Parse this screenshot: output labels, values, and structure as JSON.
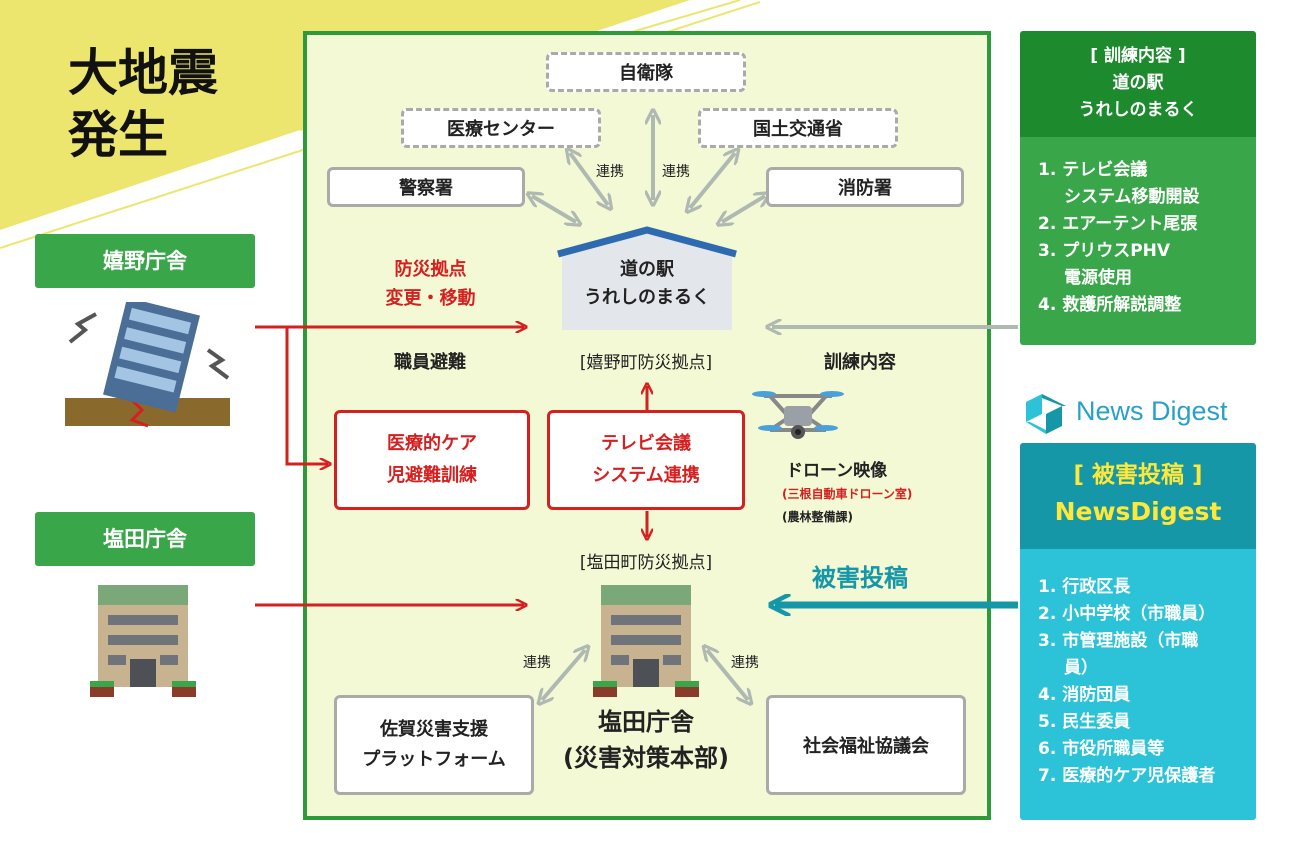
{
  "headline": {
    "line1": "大地震",
    "line2": "発生"
  },
  "left_sites": {
    "ureshino": "嬉野庁舎",
    "shiota": "塩田庁舎"
  },
  "agencies": {
    "sdf": "自衛隊",
    "medical_center": "医療センター",
    "mlit": "国土交通省",
    "police": "警察署",
    "fire": "消防署"
  },
  "link_label": "連携",
  "hub": {
    "line1": "道の駅",
    "line2": "うれしのまるく",
    "caption": "[嬉野町防災拠点]"
  },
  "base_change": {
    "line1": "防災拠点",
    "line2": "変更・移動"
  },
  "staff_evac": "職員避難",
  "training_label": "訓練内容",
  "care_box": {
    "line1": "医療的ケア",
    "line2": "児避難訓練"
  },
  "tv_box": {
    "line1": "テレビ会議",
    "line2": "システム連携"
  },
  "drone": {
    "title": "ドローン映像",
    "sub1": "(三根自動車ドローン室)",
    "sub2": "(農林整備課)"
  },
  "shiota_base_caption": "[塩田町防災拠点]",
  "damage_post_label": "被害投稿",
  "hq": {
    "line1": "塩田庁舎",
    "line2": "(災害対策本部)"
  },
  "saga_platform": {
    "line1": "佐賀災害支援",
    "line2": "プラットフォーム"
  },
  "welfare": "社会福祉協議会",
  "training_panel": {
    "title1": "[ 訓練内容 ]",
    "title2": "道の駅",
    "title3": "うれしのまるく",
    "items": [
      {
        "num": "1.",
        "line1": "テレビ会議",
        "line2": "システム移動開設"
      },
      {
        "num": "2.",
        "line1": "エアーテント尾張",
        "line2": ""
      },
      {
        "num": "3.",
        "line1": "プリウスPHV",
        "line2": "電源使用"
      },
      {
        "num": "4.",
        "line1": "救護所解説調整",
        "line2": ""
      }
    ]
  },
  "logo_text": "NewsDigest",
  "logo_display": "News Digest",
  "damage_panel": {
    "title1": "[ 被害投稿 ]",
    "title2": "NewsDigest",
    "items": [
      {
        "num": "1.",
        "line1": "行政区長",
        "line2": ""
      },
      {
        "num": "2.",
        "line1": "小中学校（市職員）",
        "line2": ""
      },
      {
        "num": "3.",
        "line1": "市管理施設（市職",
        "line2": "員）"
      },
      {
        "num": "4.",
        "line1": "消防団員",
        "line2": ""
      },
      {
        "num": "5.",
        "line1": "民生委員",
        "line2": ""
      },
      {
        "num": "6.",
        "line1": "市役所職員等",
        "line2": ""
      },
      {
        "num": "7.",
        "line1": "医療的ケア児保護者",
        "line2": ""
      }
    ]
  },
  "colors": {
    "green": "#3aa64a",
    "dark_green": "#1e8a2e",
    "red": "#d61f1f",
    "teal": "#1597a8",
    "cyan": "#2cc3d9",
    "yellow": "#ece66e",
    "gray_arrow": "#b0b8b2"
  }
}
